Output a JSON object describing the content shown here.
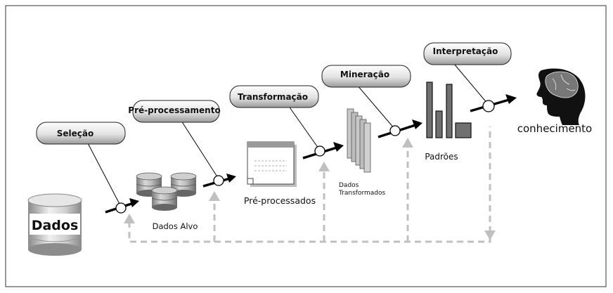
{
  "steps": {
    "selecao": "Seleção",
    "preprocessamento": "Pré-processamento",
    "transformacao": "Transformação",
    "mineracao": "Mineração",
    "interpretacao": "Interpretação"
  },
  "labels": {
    "dados": "Dados",
    "dados_alvo": "Dados Alvo",
    "pre_processados": "Pré-processados",
    "dados_transformados_1": "Dados",
    "dados_transformados_2": "Transformados",
    "padroes": "Padrões",
    "conhecimento": "conhecimento"
  },
  "colors": {
    "border": "#333333",
    "arrow": "#000000",
    "feedback": "#c0c0c0"
  }
}
